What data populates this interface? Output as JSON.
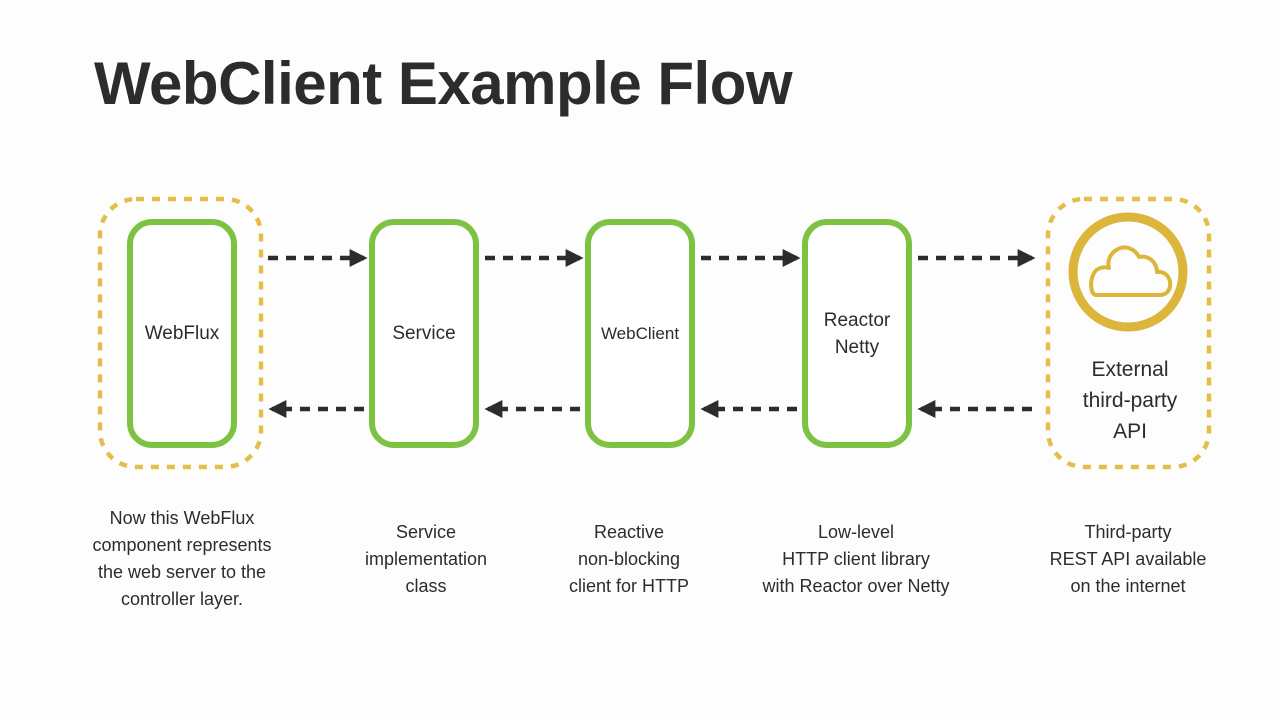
{
  "title": "WebClient Example Flow",
  "nodes": [
    {
      "label": "WebFlux",
      "caption": "Now this WebFlux\ncomponent represents\nthe web server to the\ncontroller layer."
    },
    {
      "label": "Service",
      "caption": "Service\nimplementation\nclass"
    },
    {
      "label": "WebClient",
      "caption": "Reactive\nnon-blocking\nclient for HTTP"
    },
    {
      "label": "Reactor\nNetty",
      "caption": "Low-level\nHTTP client library\nwith Reactor over Netty"
    }
  ],
  "external": {
    "label": "External\nthird-party\nAPI",
    "caption": "Third-party\nREST API available\non the internet",
    "icon": "cloud-icon"
  },
  "colors": {
    "title": "#2b2c2e",
    "box_border": "#7dc242",
    "dashed_outline": "#e5bd4b",
    "cloud_ring": "#dcb63a",
    "arrow": "#2b2c2e",
    "text": "#2b2c2e"
  }
}
